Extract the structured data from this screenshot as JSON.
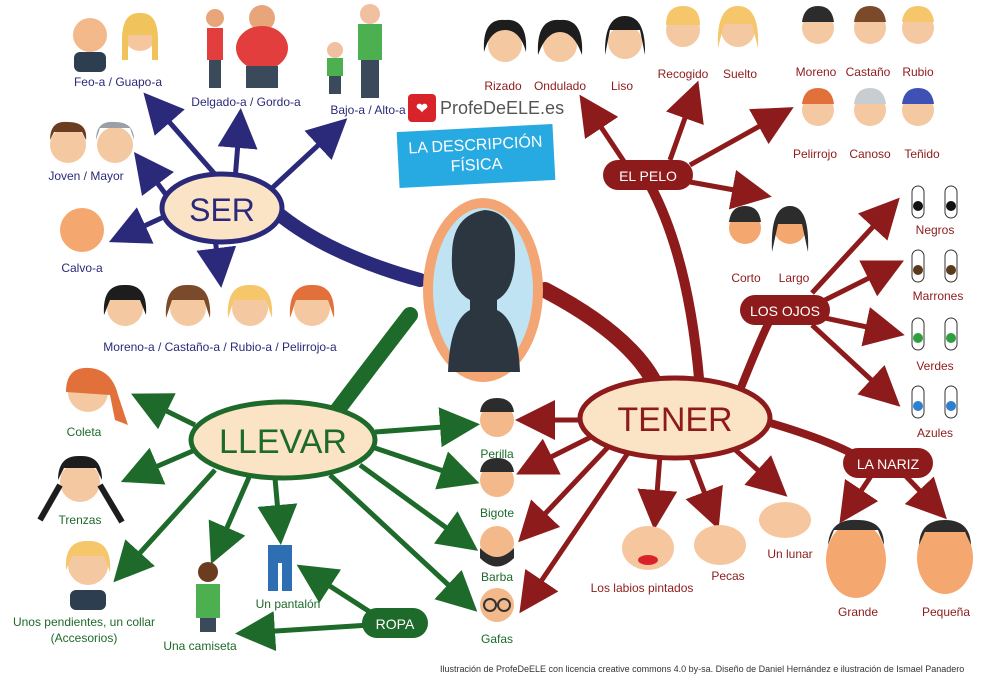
{
  "logo": {
    "mark": "❤",
    "text": "ProfeDeELE.es"
  },
  "title": {
    "line1": "LA DESCRIPCIÓN",
    "line2": "FÍSICA"
  },
  "hubs": {
    "ser": "SER",
    "llevar": "LLEVAR",
    "tener": "TENER",
    "pelo": "EL PELO",
    "ojos": "LOS OJOS",
    "nariz": "LA NARIZ",
    "ropa": "ROPA"
  },
  "ser_labels": {
    "feo": "Feo-a / Guapo-a",
    "delgado": "Delgado-a / Gordo-a",
    "bajo": "Bajo-a / Alto-a",
    "joven": "Joven / Mayor",
    "calvo": "Calvo-a",
    "moreno": "Moreno-a / Castaño-a / Rubio-a / Pelirrojo-a"
  },
  "llevar_labels": {
    "coleta": "Coleta",
    "trenzas": "Trenzas",
    "pendientes1": "Unos pendientes, un collar",
    "pendientes2": "(Accesorios)",
    "camiseta": "Una camiseta",
    "pantalon": "Un pantalón"
  },
  "tener_labels": {
    "perilla": "Perilla",
    "bigote": "Bigote",
    "barba": "Barba",
    "gafas": "Gafas",
    "labios": "Los labios pintados",
    "pecas": "Pecas",
    "lunar": "Un lunar",
    "grande": "Grande",
    "pequena": "Pequeña"
  },
  "pelo_labels": {
    "rizado": "Rizado",
    "ondulado": "Ondulado",
    "liso": "Liso",
    "recogido": "Recogido",
    "suelto": "Suelto",
    "moreno": "Moreno",
    "castano": "Castaño",
    "rubio": "Rubio",
    "pelirrojo": "Pelirrojo",
    "canoso": "Canoso",
    "tenido": "Teñido",
    "corto": "Corto",
    "largo": "Largo"
  },
  "ojos_labels": {
    "negros": "Negros",
    "marrones": "Marrones",
    "verdes": "Verdes",
    "azules": "Azules"
  },
  "credit": "Ilustración de ProfeDeELE con licencia creative commons 4.0 by-sa. Diseño de Daniel Hernández e ilustración de Ismael Panadero",
  "colors": {
    "ser": "#2b2a7a",
    "llevar": "#1d6a2a",
    "tener": "#8e1b1b",
    "hub_fill": "#fbe3c6",
    "title_bg": "#27a9e1",
    "logo": "#d8232a"
  }
}
